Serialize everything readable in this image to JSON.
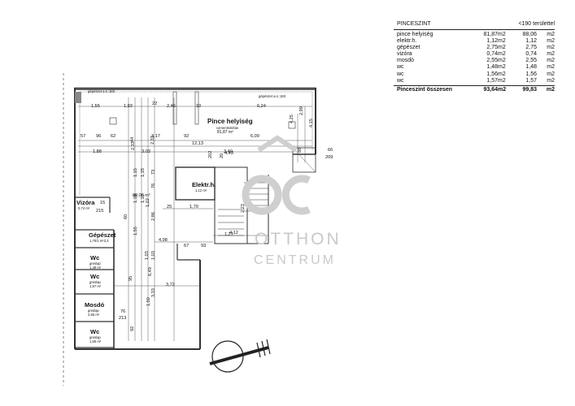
{
  "area_table": {
    "title": "PINCESZINT",
    "column_note": "<190 területtel",
    "rows": [
      {
        "name": "pince helyiség",
        "area": "81,87",
        "unit": "m2",
        "area190": "88,06",
        "unit190": "m2"
      },
      {
        "name": "elektr.h.",
        "area": "1,12",
        "unit": "m2",
        "area190": "1,12",
        "unit190": "m2"
      },
      {
        "name": "gépészet",
        "area": "2,75",
        "unit": "m2",
        "area190": "2,75",
        "unit190": "m2"
      },
      {
        "name": "vizóra",
        "area": "0,74",
        "unit": "m2",
        "area190": "0,74",
        "unit190": "m2"
      },
      {
        "name": "mosdó",
        "area": "2,55",
        "unit": "m2",
        "area190": "2,55",
        "unit190": "m2"
      },
      {
        "name": "wc",
        "area": "1,48",
        "unit": "m2",
        "area190": "1,48",
        "unit190": "m2"
      },
      {
        "name": "wc",
        "area": "1,56",
        "unit": "m2",
        "area190": "1,56",
        "unit190": "m2"
      },
      {
        "name": "wc",
        "area": "1,57",
        "unit": "m2",
        "area190": "1,57",
        "unit190": "m2"
      }
    ],
    "total": {
      "name": "Pinceszint összesen",
      "area": "93,64",
      "unit": "m2",
      "area190": "99,83",
      "unit190": "m2"
    }
  },
  "rooms": {
    "main": {
      "name": "Pince helyiség",
      "floor": "cementsimítás",
      "area": "81,87 m²"
    },
    "elektr": {
      "name": "Elektr.h.",
      "area": "1,12 m²"
    },
    "vizora": {
      "name": "Vizóra",
      "area": "0,74 m²"
    },
    "gepeszet": {
      "name": "Gépészet",
      "area": "1,70/1 m²2,3"
    },
    "wc1": {
      "name": "Wc",
      "floor": "greslap",
      "area": "1,48 m²"
    },
    "wc2": {
      "name": "Wc",
      "floor": "greslap",
      "area": "1,57 m²"
    },
    "mosdo": {
      "name": "Mosdó",
      "floor": "greslap",
      "area": "2,55 m²"
    },
    "wc3": {
      "name": "Wc",
      "floor": "greslap",
      "area": "1,56 m²"
    }
  },
  "notes": {
    "gepeszet1": "gépészet a.s.:183",
    "gepeszet2": "gépészet a.s.:183",
    "height": "88,06 m²"
  },
  "dims": [
    "1,55",
    "1,93",
    "22",
    "2,46",
    "10",
    "6,24",
    "4,15",
    "2,99",
    "57",
    "96",
    "62",
    "3,17",
    "92",
    "6,09",
    "4,25",
    "1,88",
    "2,33",
    "3,03",
    "2,33",
    "12,13",
    "3,40",
    "88",
    "66",
    "209",
    "1,15",
    "1,15",
    "73",
    "1,10",
    "1,10",
    "76",
    "25",
    "1,70",
    "1,55",
    "1,22",
    "2,86",
    "4,98",
    "67",
    "93",
    "1,27",
    "1,03",
    "1,03",
    "6,49",
    "95",
    "3,72",
    "1,50",
    "3,33",
    "76",
    "213",
    "92",
    "60",
    "215",
    "15",
    "44",
    "202",
    "20",
    "4,43",
    "2,23",
    "4,12"
  ],
  "watermark": {
    "logo": "OC",
    "line1": "OTTHON",
    "line2": "CENTRUM"
  }
}
